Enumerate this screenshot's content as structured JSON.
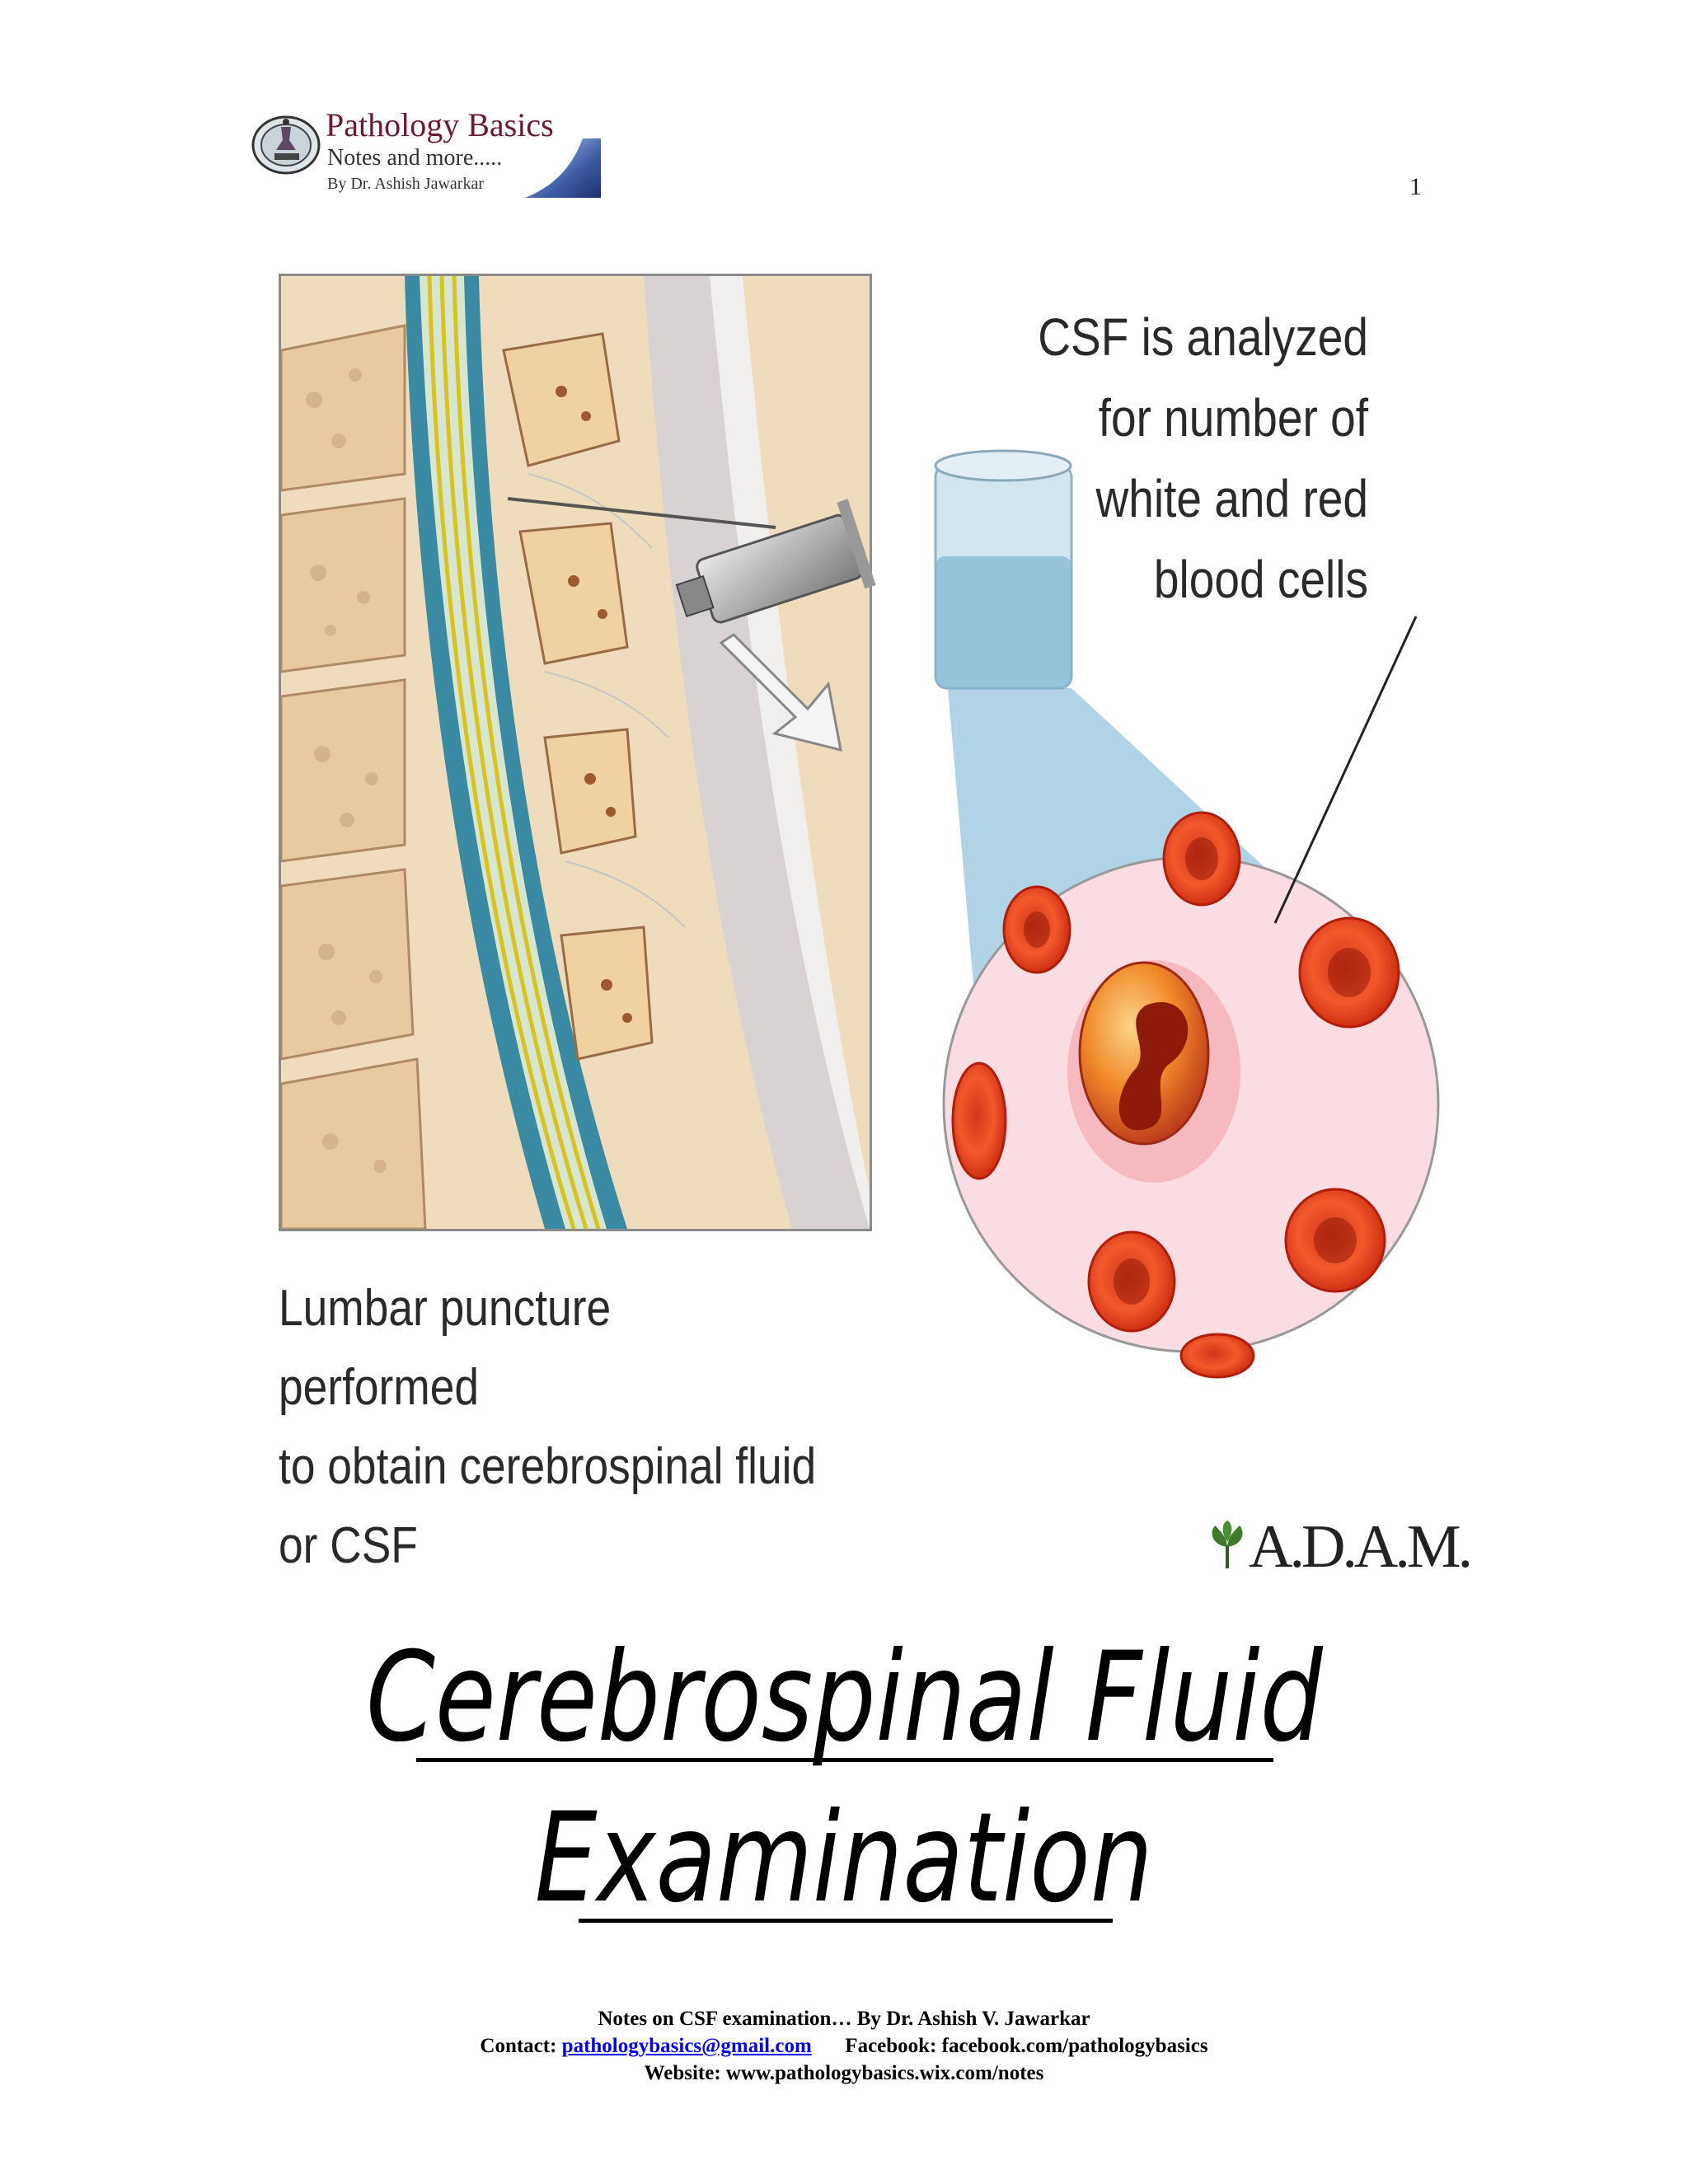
{
  "header": {
    "logo": {
      "title": "Pathology Basics",
      "subtitle": "Notes and more.....",
      "byline": "By Dr. Ashish Jawarkar"
    },
    "page_number": "1"
  },
  "figure": {
    "csf_caption": [
      "CSF is analyzed",
      "for number of",
      "white and red",
      "blood cells"
    ],
    "lp_caption": [
      "Lumbar puncture performed",
      "to obtain cerebrospinal fluid",
      "or CSF"
    ],
    "credit": "A.D.A.M."
  },
  "title": {
    "line1": "Cerebrospinal Fluid",
    "line2": "Examination"
  },
  "footer": {
    "notes": "Notes on CSF examination… By Dr. Ashish V. Jawarkar",
    "contact_label": "Contact:",
    "email": "pathologybasics@gmail.com",
    "facebook_label": "Facebook:",
    "facebook": "facebook.com/pathologybasics",
    "website": "Website: www.pathologybasics.wix.com/notes"
  }
}
